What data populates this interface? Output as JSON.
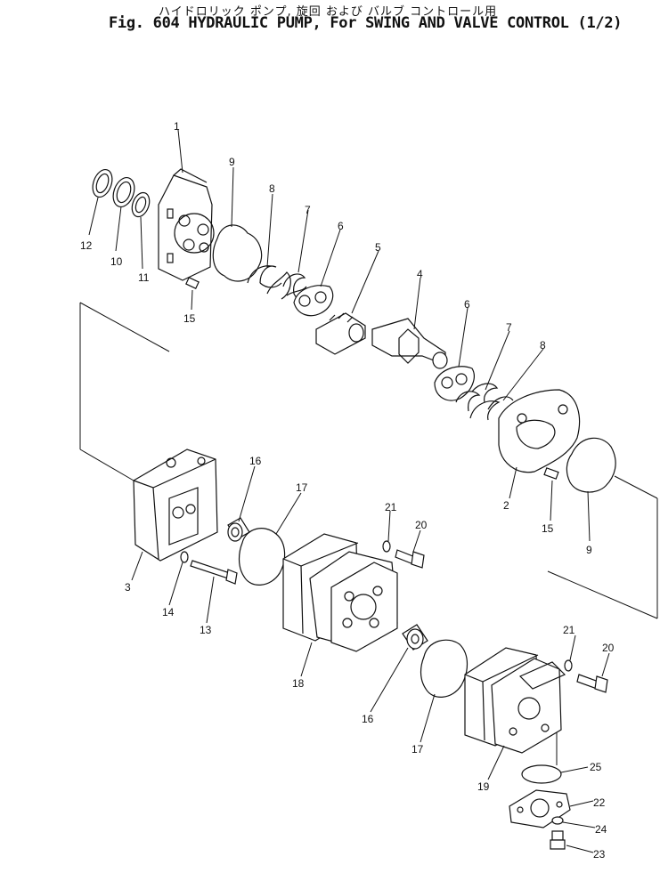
{
  "header": {
    "title_jp": "ハイドロリック ポンプ, 旋回 および バルブ コントロール用",
    "title_en": "Fig. 604 HYDRAULIC PUMP, For SWING AND VALVE CONTROL (1/2)"
  },
  "callouts": {
    "c1": "1",
    "c2": "2",
    "c3": "3",
    "c4": "4",
    "c5": "5",
    "c6a": "6",
    "c6b": "6",
    "c7a": "7",
    "c7b": "7",
    "c8a": "8",
    "c8b": "8",
    "c9a": "9",
    "c9b": "9",
    "c10": "10",
    "c11": "11",
    "c12": "12",
    "c13": "13",
    "c14": "14",
    "c15a": "15",
    "c15b": "15",
    "c16a": "16",
    "c16b": "16",
    "c17a": "17",
    "c17b": "17",
    "c18": "18",
    "c19": "19",
    "c20a": "20",
    "c20b": "20",
    "c21a": "21",
    "c21b": "21",
    "c22": "22",
    "c23": "23",
    "c24": "24",
    "c25": "25"
  }
}
